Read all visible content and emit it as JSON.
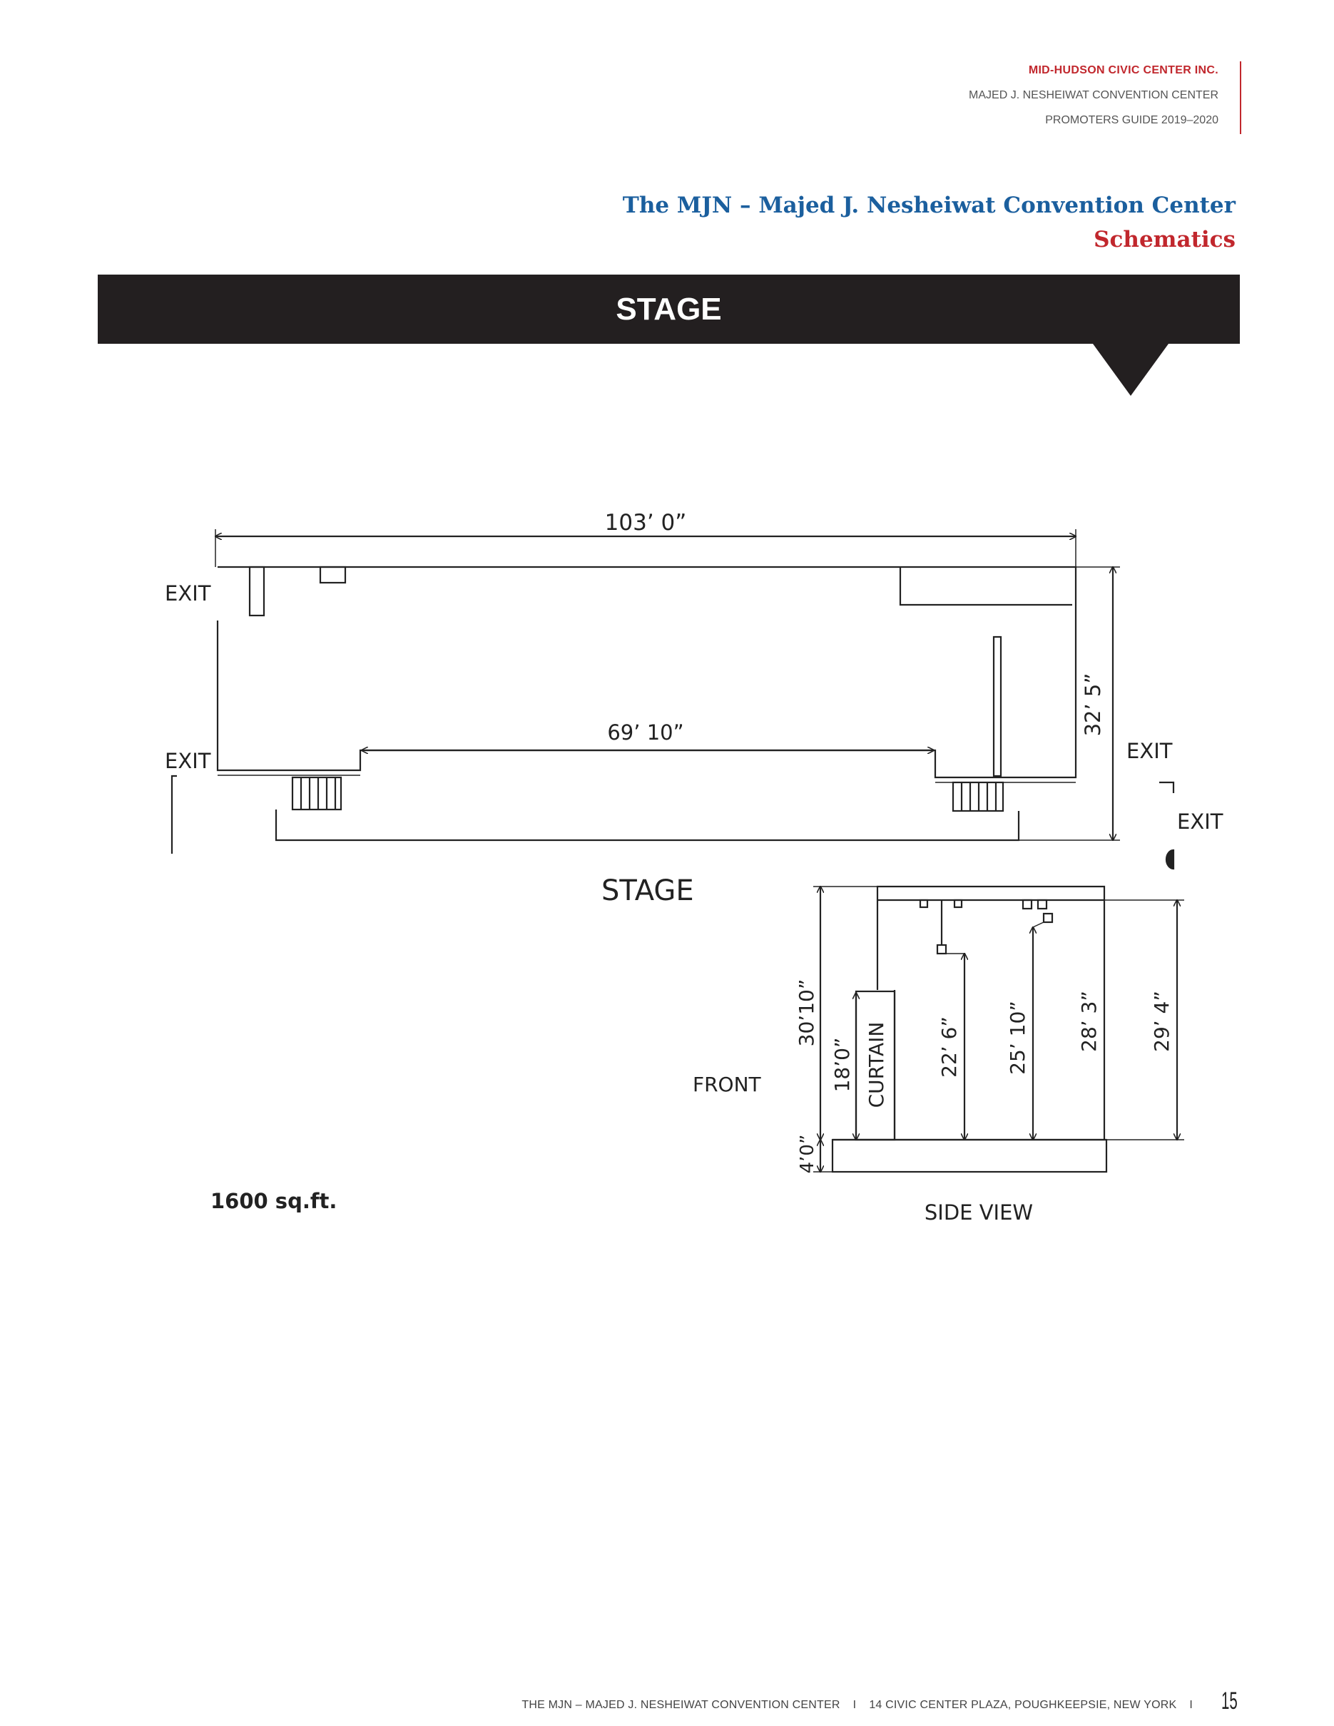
{
  "header": {
    "org": "MID-HUDSON CIVIC CENTER INC.",
    "subtitle": "MAJED J. NESHEIWAT CONVENTION CENTER",
    "guide": "PROMOTERS GUIDE 2019–2020"
  },
  "title": {
    "line1": "The MJN – Majed J. Nesheiwat Convention Center",
    "line2": "Schematics"
  },
  "banner": {
    "label": "STAGE"
  },
  "plan": {
    "width_label": "103’ 0”",
    "inner_width_label": "69’ 10”",
    "depth_label": "32’ 5”",
    "exit_labels": [
      "EXIT",
      "EXIT",
      "EXIT",
      "EXIT"
    ],
    "stage_label": "STAGE",
    "area_label": "1600 sq.ft."
  },
  "side_view": {
    "front_label": "FRONT",
    "caption": "SIDE VIEW",
    "curtain_label": "CURTAIN",
    "dims": [
      "30’10”",
      "18’0”",
      "4’0”",
      "22’ 6”",
      "25’ 10”",
      "28’ 3”",
      "29’ 4”"
    ]
  },
  "footer": {
    "venue": "THE MJN – MAJED J. NESHEIWAT CONVENTION CENTER",
    "separator": "I",
    "address": "14 CIVIC CENTER PLAZA, POUGHKEEPSIE, NEW YORK",
    "page": "15"
  }
}
